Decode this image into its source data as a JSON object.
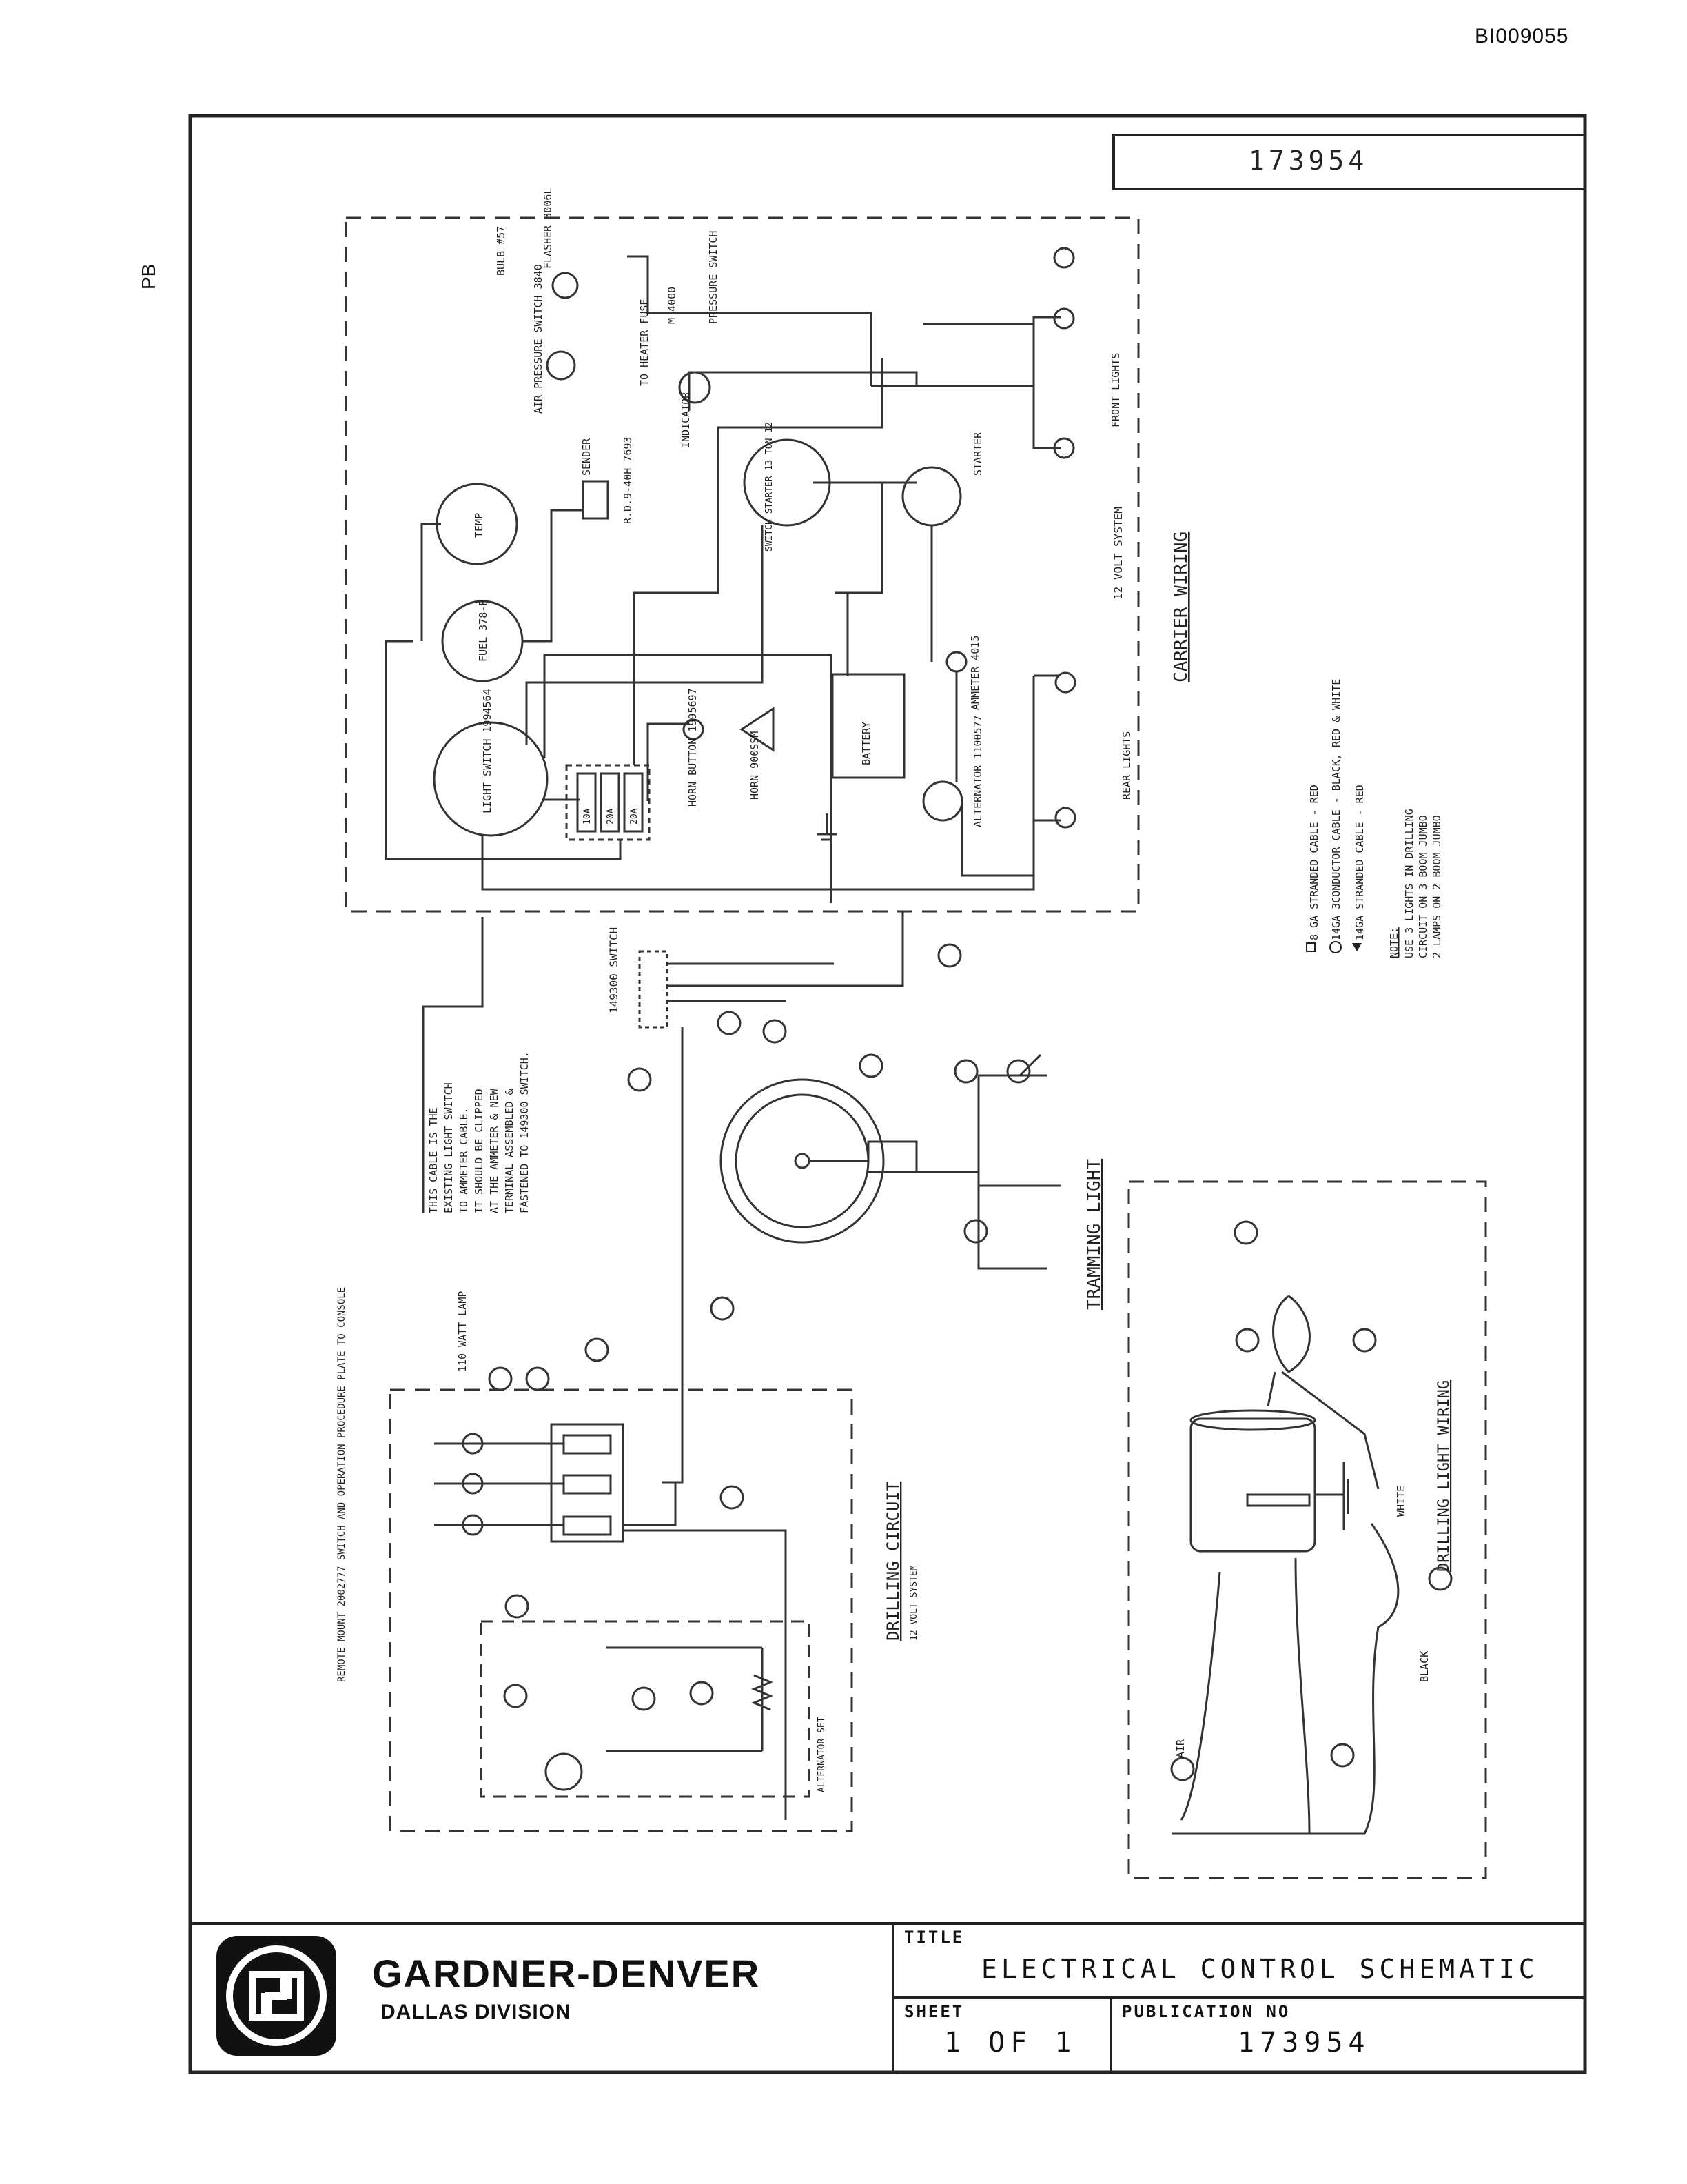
{
  "header": {
    "document_id": "BI009055",
    "side_mark": "PB",
    "drawing_number": "173954"
  },
  "diagram": {
    "carrier_wiring": {
      "title": "CARRIER WIRING",
      "system_note": "12 VOLT SYSTEM",
      "components": [
        "BULB #57",
        "FLASHER 3006L",
        "AIR PRESSURE SWITCH 3840",
        "TO HEATER FUSE",
        "M 4000",
        "PRESSURE SWITCH",
        "INDICATOR",
        "R.D.9-40H 7693",
        "SWITCH STARTER 13 TON 12",
        "STARTER",
        "FRONT LIGHTS",
        "AMMETER 4015",
        "BATTERY",
        "ALTERNATOR 1100577",
        "REAR LIGHTS",
        "HORN BUTTON 1995697",
        "HORN 900SSM",
        "LIGHT SWITCH 1994564",
        "FUEL 378-P",
        "TEMP",
        "SENDER"
      ],
      "fuses": [
        "10A",
        "20A",
        "20A"
      ]
    },
    "switch_label": "149300 SWITCH",
    "cable_note": [
      "THIS CABLE IS THE",
      "EXISTING LIGHT SWITCH",
      "TO AMMETER CABLE.",
      "IT SHOULD BE CLIPPED",
      "AT THE AMMETER & NEW",
      "TERMINAL ASSEMBLED &",
      "FASTENED TO 149300 SWITCH."
    ],
    "tramming_light": {
      "title": "TRAMMING LIGHT"
    },
    "legend": [
      "8 GA STRANDED CABLE - RED",
      "14GA 3CONDUCTOR CABLE - BLACK, RED & WHITE",
      "14GA STRANDED CABLE - RED"
    ],
    "note": {
      "heading": "NOTE:",
      "lines": [
        "USE 3 LIGHTS IN DRILLING",
        "CIRCUIT ON 3 BOOM JUMBO",
        "2 LAMPS ON 2 BOOM JUMBO"
      ]
    },
    "drilling_circuit": {
      "title": "DRILLING CIRCUIT",
      "subtitle": "12 VOLT SYSTEM",
      "lamp_label": "110 WATT LAMP",
      "remote_note": "REMOTE MOUNT 2002777 SWITCH AND OPERATION PROCEDURE PLATE TO CONSOLE",
      "alternator_label": "ALTERNATOR SET"
    },
    "drilling_light_wiring": {
      "title": "DRILLING LIGHT WIRING",
      "labels": [
        "WHITE",
        "BLACK",
        "AIR"
      ]
    }
  },
  "title_block": {
    "company": "GARDNER-DENVER",
    "division": "DALLAS DIVISION",
    "title_label": "TITLE",
    "title": "ELECTRICAL CONTROL SCHEMATIC",
    "sheet_label": "SHEET",
    "sheet": "1 OF 1",
    "publication_label": "PUBLICATION NO",
    "publication_no": "173954"
  }
}
